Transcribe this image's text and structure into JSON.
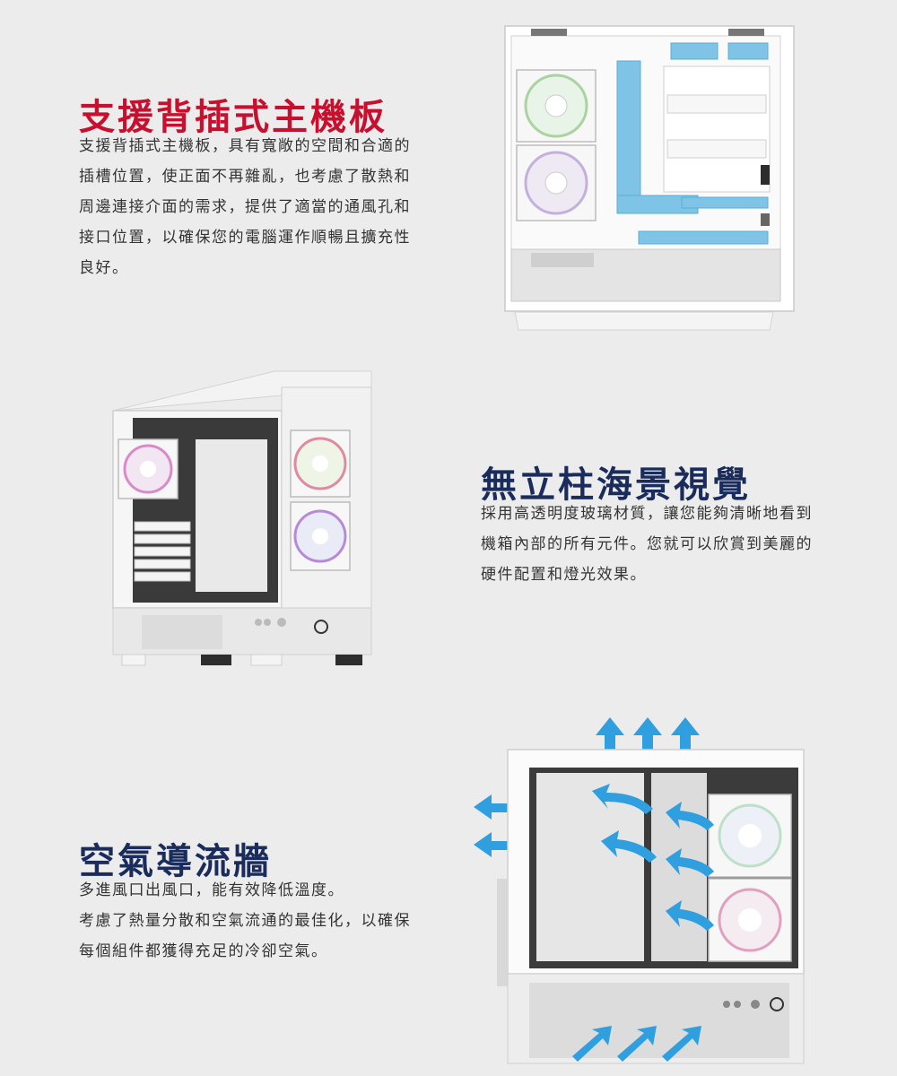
{
  "section1": {
    "title": "支援背插式主機板",
    "lines": [
      "支援背插式主機板，具有寬敞的空間和合適的",
      "插槽位置，使正面不再雜亂，也考慮了散熱和",
      "周邊連接介面的需求，提供了適當的通風孔和",
      "接口位置，以確保您的電腦運作順暢且擴充性",
      "良好。"
    ]
  },
  "section2": {
    "title": "無立柱海景視覺",
    "lines": [
      "採用高透明度玻璃材質，讓您能夠清晰地看到",
      "機箱內部的所有元件。您就可以欣賞到美麗的",
      "硬件配置和燈光效果。"
    ]
  },
  "section3": {
    "title": "空氣導流牆",
    "lines": [
      "多進風口出風口，能有效降低溫度。",
      "考慮了熱量分散和空氣流通的最佳化，以確保",
      "每個組件都獲得充足的冷卻空氣。"
    ]
  },
  "colors": {
    "title_red": "#c8102e",
    "title_navy": "#1a2c5b",
    "airflow_arrow": "#2f9fe0"
  }
}
